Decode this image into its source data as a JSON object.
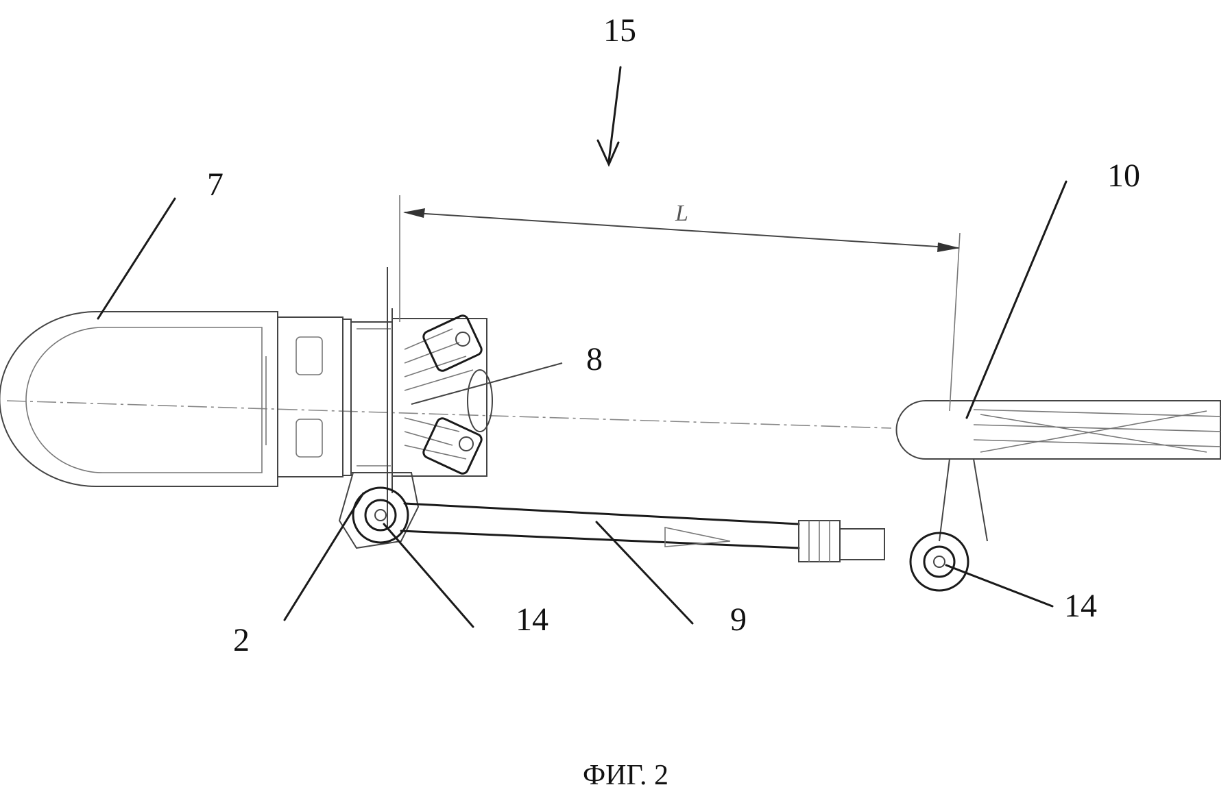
{
  "figure": {
    "caption": "ФИГ. 2",
    "dimension_label": "L",
    "labels": {
      "ref_15": "15",
      "ref_7": "7",
      "ref_10": "10",
      "ref_8": "8",
      "ref_2": "2",
      "ref_14_left": "14",
      "ref_9": "9",
      "ref_14_right": "14"
    }
  }
}
